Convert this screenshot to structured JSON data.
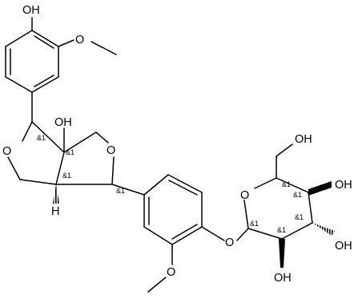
{
  "structure": {
    "atoms": {
      "oh_phenol": "OH",
      "o_methoxy_top": "O",
      "oh_bridgehead": "OH",
      "o_furan_left": "O",
      "o_furan_right": "O",
      "h_bridgehead": "H",
      "o_methoxy_bottom": "O",
      "o_glycosidic": "O",
      "o_pyranose_ring": "O",
      "oh_ch2": "OH",
      "oh_c4": "OH",
      "oh_c3": "OH",
      "oh_c2": "OH"
    },
    "stereo": {
      "c_top": "&1",
      "c_oh": "&1",
      "c_h": "&1",
      "c_right": "&1",
      "sugar_c5": "&1",
      "sugar_c4": "&1",
      "sugar_c3": "&1",
      "sugar_c2": "&1",
      "sugar_c1": "&1"
    }
  }
}
